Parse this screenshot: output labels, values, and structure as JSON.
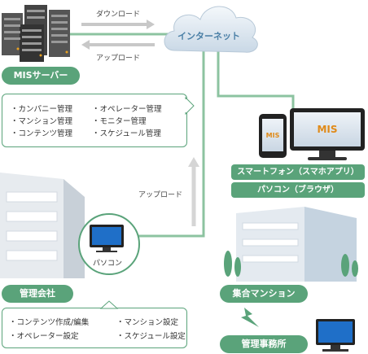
{
  "labels": {
    "download": "ダウンロード",
    "upload_top": "アップロード",
    "internet": "インターネット",
    "upload_mid": "アップロード",
    "pc_small": "パソコン"
  },
  "mis_server": {
    "title": "MISサーバー",
    "items_left": [
      "・カンパニー管理",
      "・マンション管理",
      "・コンテンツ管理"
    ],
    "items_right": [
      "・オペレーター管理",
      "・モニター管理",
      "・スケジュール管理"
    ]
  },
  "devices": {
    "screen_logo": "MIS",
    "smartphone_bar": "スマートフォン（スマホアプリ）",
    "pc_bar": "パソコン（ブラウザ）"
  },
  "management": {
    "title": "管理会社",
    "items_left": [
      "・コンテンツ作成/編集",
      "・オペレーター設定"
    ],
    "items_right": [
      "・マンション設定",
      "・スケジュール設定"
    ]
  },
  "residence": {
    "title": "集合マンション",
    "office": "管理事務所"
  },
  "colors": {
    "green": "#5aa37a",
    "line": "#8cc3a0",
    "arrow_gray": "#c8c8c8"
  }
}
